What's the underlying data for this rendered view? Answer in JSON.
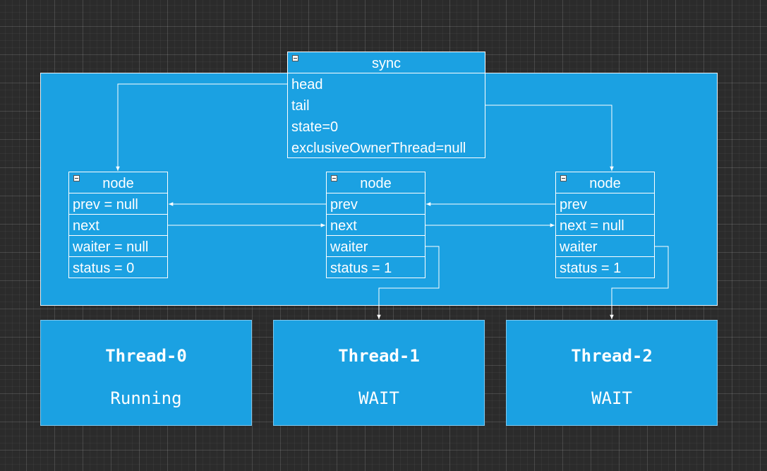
{
  "sync": {
    "title": "sync",
    "fields": [
      "head",
      "tail",
      "state=0",
      "exclusiveOwnerThread=null"
    ]
  },
  "nodes": [
    {
      "title": "node",
      "fields": [
        "prev = null",
        "next",
        "waiter = null",
        "status = 0"
      ]
    },
    {
      "title": "node",
      "fields": [
        "prev",
        "next",
        "waiter",
        "status = 1"
      ]
    },
    {
      "title": "node",
      "fields": [
        "prev",
        "next = null",
        "waiter",
        "status = 1"
      ]
    }
  ],
  "threads": [
    {
      "name": "Thread-0",
      "state": "Running"
    },
    {
      "name": "Thread-1",
      "state": "WAIT"
    },
    {
      "name": "Thread-2",
      "state": "WAIT"
    }
  ],
  "colors": {
    "box_fill": "#1ba1e2",
    "line": "#ffffff",
    "background": "#2b2b2b"
  }
}
